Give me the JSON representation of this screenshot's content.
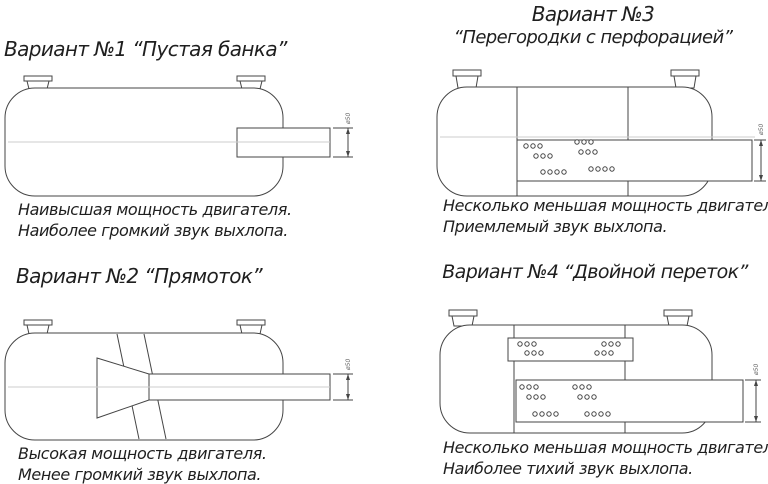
{
  "app": {
    "background": "#ffffff",
    "stroke_color": "#454545",
    "centerline_color": "#cccccc",
    "text_color": "#1f1f1f"
  },
  "variants": [
    {
      "number": "1",
      "title": "Вариант №1 “Пустая банка”",
      "description": [
        "Наивысшая мощность двигателя.",
        "Наиболее громкий звук выхлопа."
      ],
      "dimension_label": "ø50"
    },
    {
      "number": "2",
      "title": "Вариант №2 “Прямоток”",
      "description": [
        "Высокая мощность двигателя.",
        "Менее громкий звук выхлопа."
      ],
      "dimension_label": "ø50"
    },
    {
      "number": "3",
      "title": "Вариант №3",
      "subtitle": "“Перегородки с перфорацией”",
      "description": [
        "Несколько меньшая мощность двигателя.",
        "Приемлемый звук выхлопа."
      ],
      "dimension_label": "ø50"
    },
    {
      "number": "4",
      "title": "Вариант №4  “Двойной переток”",
      "description": [
        "Несколько меньшая мощность двигателя.",
        "Наиболее тихий звук выхлопа."
      ],
      "dimension_label": "ø50"
    }
  ]
}
